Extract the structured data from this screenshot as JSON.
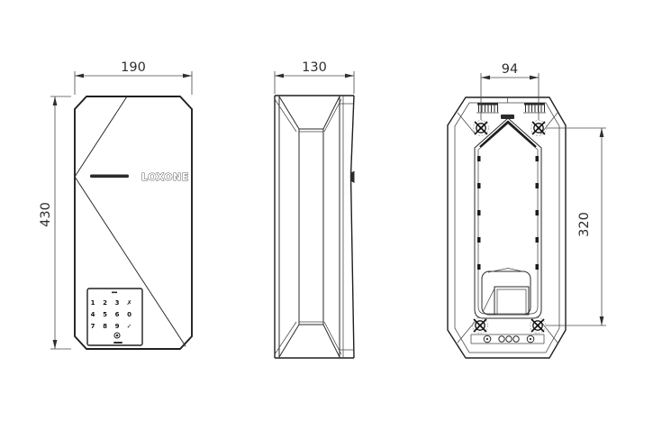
{
  "page": {
    "background": "#ffffff"
  },
  "colors": {
    "outline": "#1f1f1f",
    "thin_line": "#444444",
    "dimension_text": "#2e2e2e",
    "dark_fill": "#2b2b2b"
  },
  "front_view": {
    "dimensions": {
      "width": "190",
      "height": "430"
    },
    "logo": "LOXONE",
    "keypad": {
      "keys": [
        "1",
        "2",
        "3",
        "✗",
        "4",
        "5",
        "6",
        "0",
        "7",
        "8",
        "9",
        "✓"
      ]
    },
    "icons": {
      "led": "status-led-bar-icon",
      "doorbell": "doorbell-button-icon"
    }
  },
  "side_view": {
    "dimensions": {
      "depth": "130"
    },
    "icons": {
      "latch": "side-latch-icon"
    }
  },
  "back_view": {
    "dimensions": {
      "mount_hole_spacing": "94",
      "mount_hole_vertical_spacing": "320"
    },
    "icons": {
      "screw": "mounting-screw-icon",
      "vent": "vent-slot-icon",
      "cable": "cable-entry-icon",
      "nameplate": "nameplate-badge-icon"
    }
  }
}
